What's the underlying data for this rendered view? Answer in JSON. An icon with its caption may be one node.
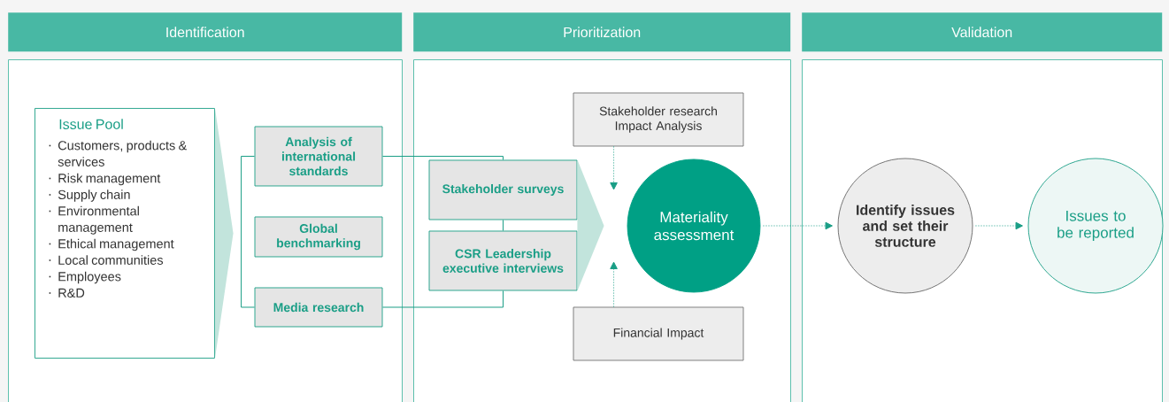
{
  "diagram": {
    "nodes": [
      {
        "text": [
          "Identification"
        ]
      },
      {
        "text": [
          "Issue Pool",
          "Customers, products & services",
          "Risk management",
          "Supply chain",
          "Environmental management",
          "Ethical management",
          "Local communities",
          "Employees",
          "R&D"
        ],
        "in": 0
      },
      {
        "text": [
          "Analysis of international standards"
        ],
        "in": 0
      },
      {
        "text": [
          "Global benchmarking"
        ],
        "in": 0
      },
      {
        "text": [
          "Media research"
        ],
        "in": 0
      },
      {
        "text": [
          "Prioritization"
        ]
      },
      {
        "text": [
          "Stakeholder surveys"
        ],
        "in": 5
      },
      {
        "text": [
          "CSR Leadership executive interviews"
        ],
        "in": 5
      },
      {
        "text": [
          "Stakeholder research Impact Analysis"
        ],
        "in": 5
      },
      {
        "text": [
          "Materiality assessment"
        ],
        "in": 5
      },
      {
        "text": [
          "Financial Impact"
        ],
        "in": 5
      },
      {
        "text": [
          "Validation"
        ]
      },
      {
        "text": [
          "Identify issues and set their structure"
        ],
        "in": 11
      },
      {
        "text": [
          "Issues to be reported"
        ],
        "in": 11
      }
    ],
    "edges": [
      {
        "from": 1,
        "to": 3,
        "arrow": "to"
      },
      {
        "from": 2,
        "to": 4,
        "arrow": "none"
      },
      {
        "from": 2,
        "to": 6,
        "arrow": "none"
      },
      {
        "from": 4,
        "to": 7,
        "arrow": "none"
      },
      {
        "from": 6,
        "to": 7,
        "arrow": "none"
      },
      {
        "from": 6,
        "to": 9,
        "arrow": "to"
      },
      {
        "from": 7,
        "to": 9,
        "arrow": "to"
      },
      {
        "from": 8,
        "to": 9,
        "arrow": "to",
        "style": "dashed"
      },
      {
        "from": 10,
        "to": 9,
        "arrow": "to",
        "style": "dashed"
      },
      {
        "from": 9,
        "to": 12,
        "arrow": "to",
        "style": "dashed"
      },
      {
        "from": 12,
        "to": 13,
        "arrow": "to",
        "style": "dashed"
      }
    ]
  }
}
